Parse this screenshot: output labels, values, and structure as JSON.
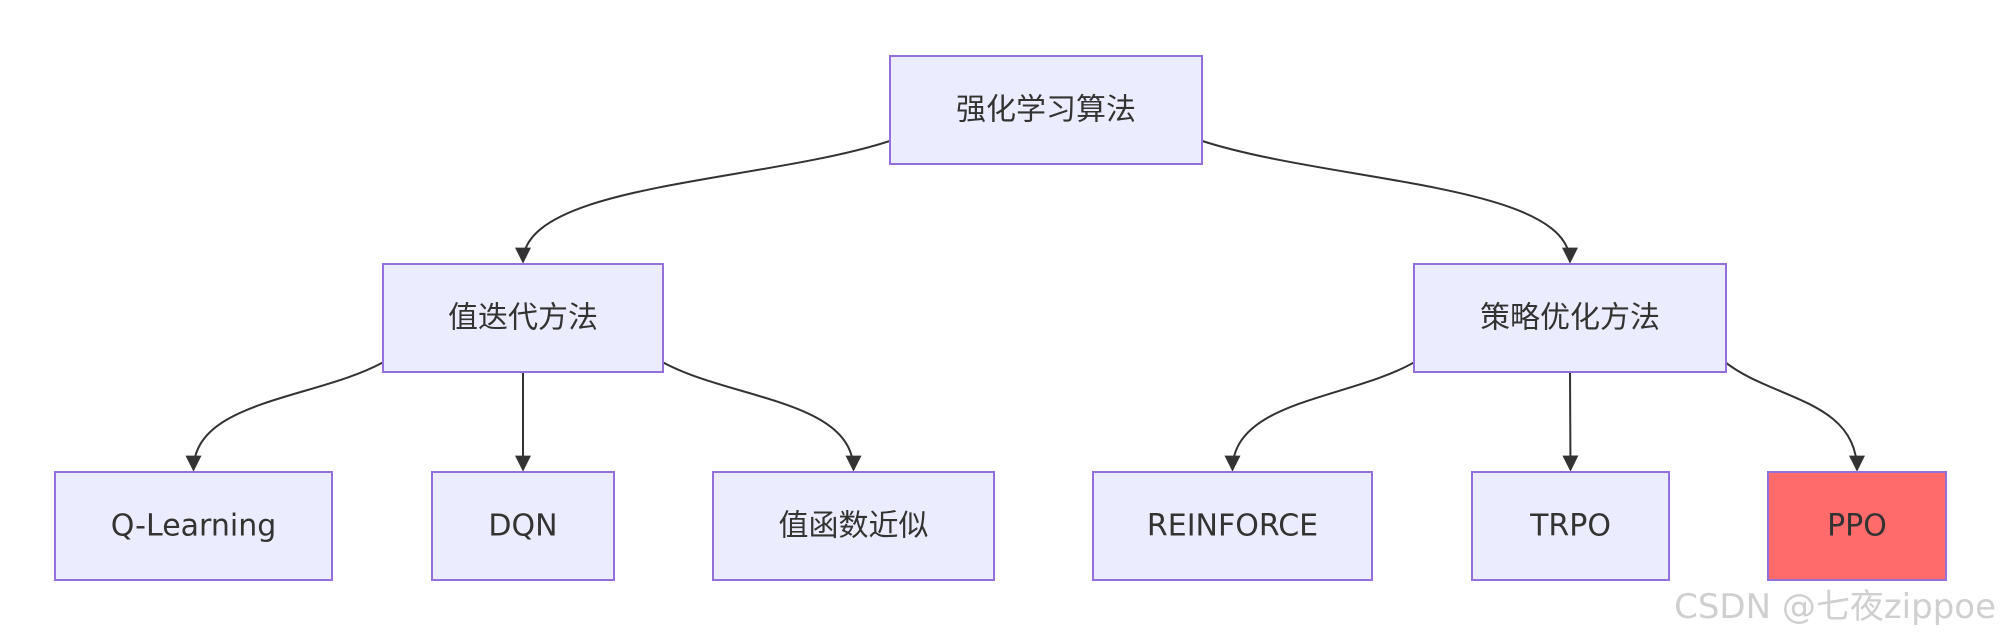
{
  "diagram": {
    "type": "flowchart-tree",
    "colors": {
      "node_fill": "#ececff",
      "node_stroke": "#9370db",
      "highlight_fill": "#ff6b6b",
      "edge": "#333333",
      "text": "#333333",
      "watermark": "#cfcfcf"
    },
    "nodes": [
      {
        "id": "root",
        "label": "强化学习算法",
        "highlight": false
      },
      {
        "id": "value",
        "label": "值迭代方法",
        "highlight": false
      },
      {
        "id": "policy",
        "label": "策略优化方法",
        "highlight": false
      },
      {
        "id": "qlearning",
        "label": "Q-Learning",
        "highlight": false
      },
      {
        "id": "dqn",
        "label": "DQN",
        "highlight": false
      },
      {
        "id": "vfa",
        "label": "值函数近似",
        "highlight": false
      },
      {
        "id": "reinforce",
        "label": "REINFORCE",
        "highlight": false
      },
      {
        "id": "trpo",
        "label": "TRPO",
        "highlight": false
      },
      {
        "id": "ppo",
        "label": "PPO",
        "highlight": true
      }
    ],
    "edges": [
      {
        "from": "root",
        "to": "value"
      },
      {
        "from": "root",
        "to": "policy"
      },
      {
        "from": "value",
        "to": "qlearning"
      },
      {
        "from": "value",
        "to": "dqn"
      },
      {
        "from": "value",
        "to": "vfa"
      },
      {
        "from": "policy",
        "to": "reinforce"
      },
      {
        "from": "policy",
        "to": "trpo"
      },
      {
        "from": "policy",
        "to": "ppo"
      }
    ]
  },
  "watermark": {
    "text": "CSDN @七夜zippoe"
  }
}
